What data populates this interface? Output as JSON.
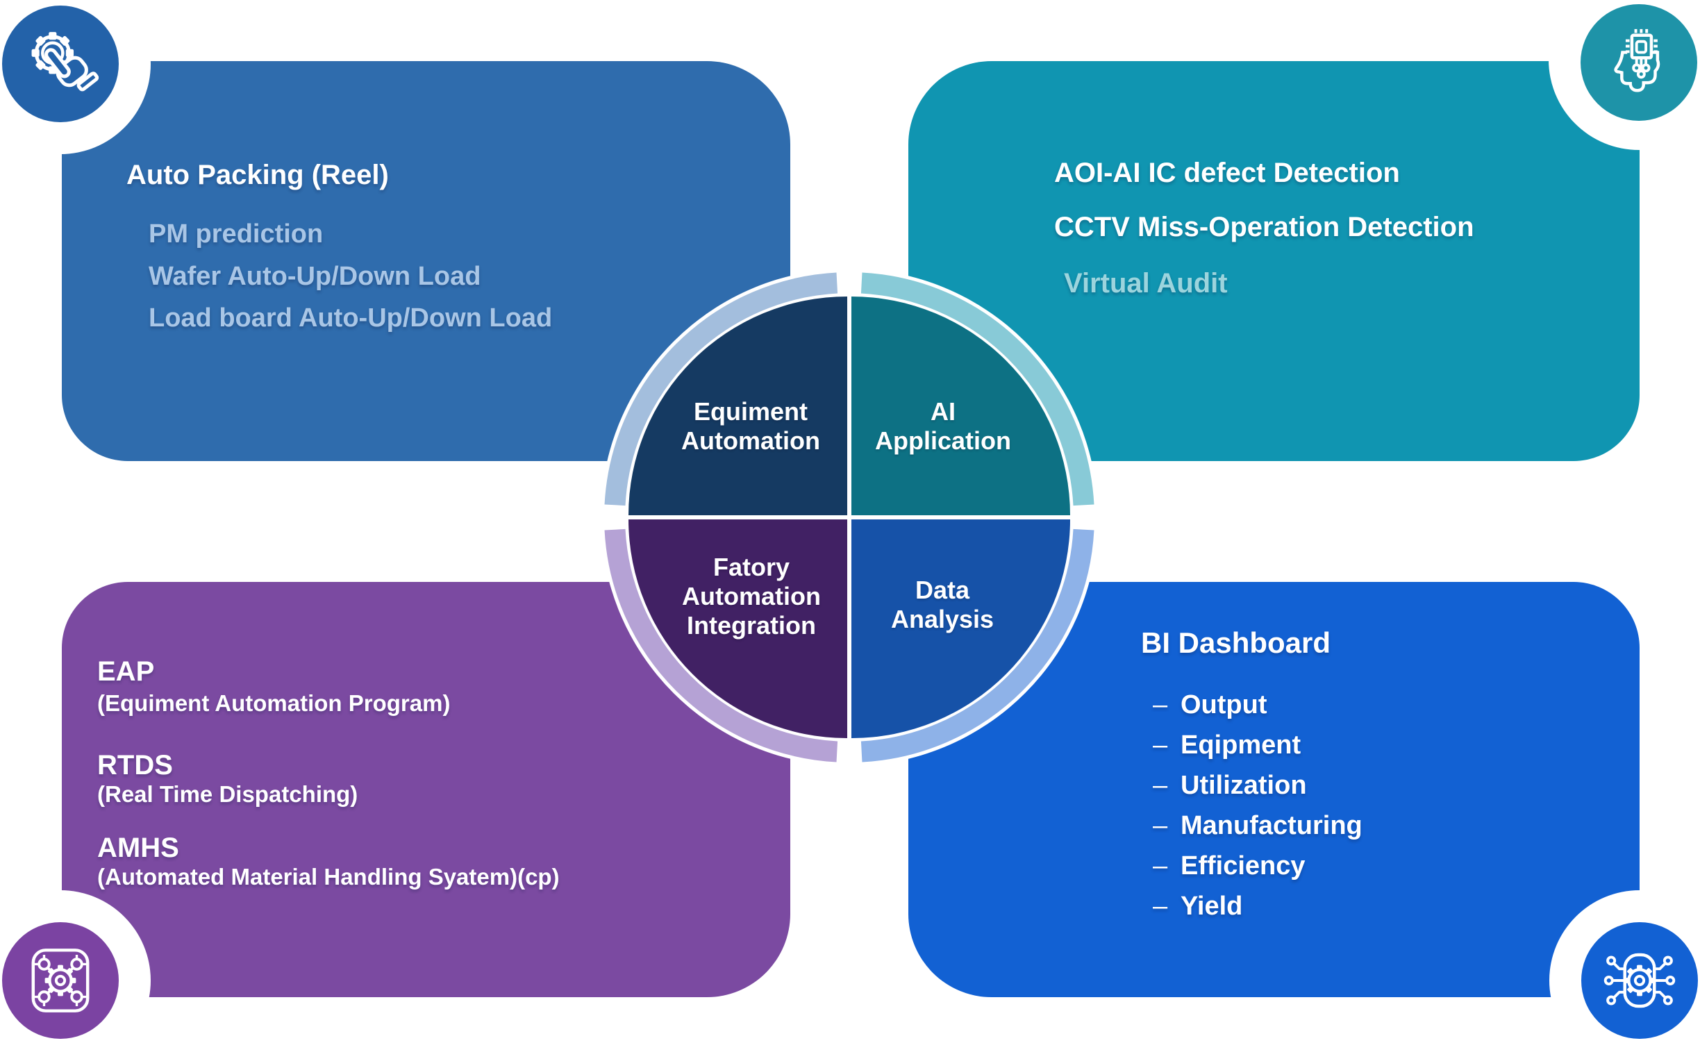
{
  "cards": {
    "auto_packing": {
      "color": "#2F6CAD",
      "title": "Auto Packing (Reel)",
      "item_color": "#A9C6E6",
      "items": [
        "PM prediction",
        "Wafer Auto-Up/Down Load",
        "Load board Auto-Up/Down Load"
      ]
    },
    "ai_application_card": {
      "color": "#1095B1",
      "line1": "AOI-AI IC defect Detection",
      "line2": "CCTV Miss-Operation Detection",
      "line3": "Virtual Audit",
      "line3_color": "#9CD4DD"
    },
    "factory_automation_card": {
      "color": "#7B4AA1",
      "groups": [
        {
          "abbr": "EAP",
          "full": "(Equiment Automation Program)"
        },
        {
          "abbr": "RTDS",
          "full": "(Real Time Dispatching)"
        },
        {
          "abbr": "AMHS",
          "full": "(Automated Material Handling Syatem)(cp)"
        }
      ]
    },
    "bi_dashboard": {
      "color": "#1261D3",
      "title": "BI Dashboard",
      "bullet": "–",
      "items": [
        "Output",
        "Eqipment",
        "Utilization",
        "Manufacturing",
        "Efficiency",
        "Yield"
      ]
    }
  },
  "center_wheel": {
    "quadrants": [
      {
        "label": "Equiment\nAutomation",
        "color": "#153A62",
        "ring_color": "#A3BEDD"
      },
      {
        "label": "AI\nApplication",
        "color": "#0D7184",
        "ring_color": "#88CAD7"
      },
      {
        "label": "Fatory\nAutomation\nIntegration",
        "color": "#412164",
        "ring_color": "#B5A2D5"
      },
      {
        "label": "Data\nAnalysis",
        "color": "#1652A8",
        "ring_color": "#8EB2E8"
      }
    ]
  },
  "badges": {
    "top_left": {
      "icon": "gear-click-icon",
      "color": "#2362A9"
    },
    "top_right": {
      "icon": "ai-head-chip-icon",
      "color": "#1E93A8"
    },
    "bottom_left": {
      "icon": "network-gear-icon",
      "color": "#7B43A2"
    },
    "bottom_right": {
      "icon": "chip-gear-circuit-icon",
      "color": "#1261D3"
    }
  }
}
